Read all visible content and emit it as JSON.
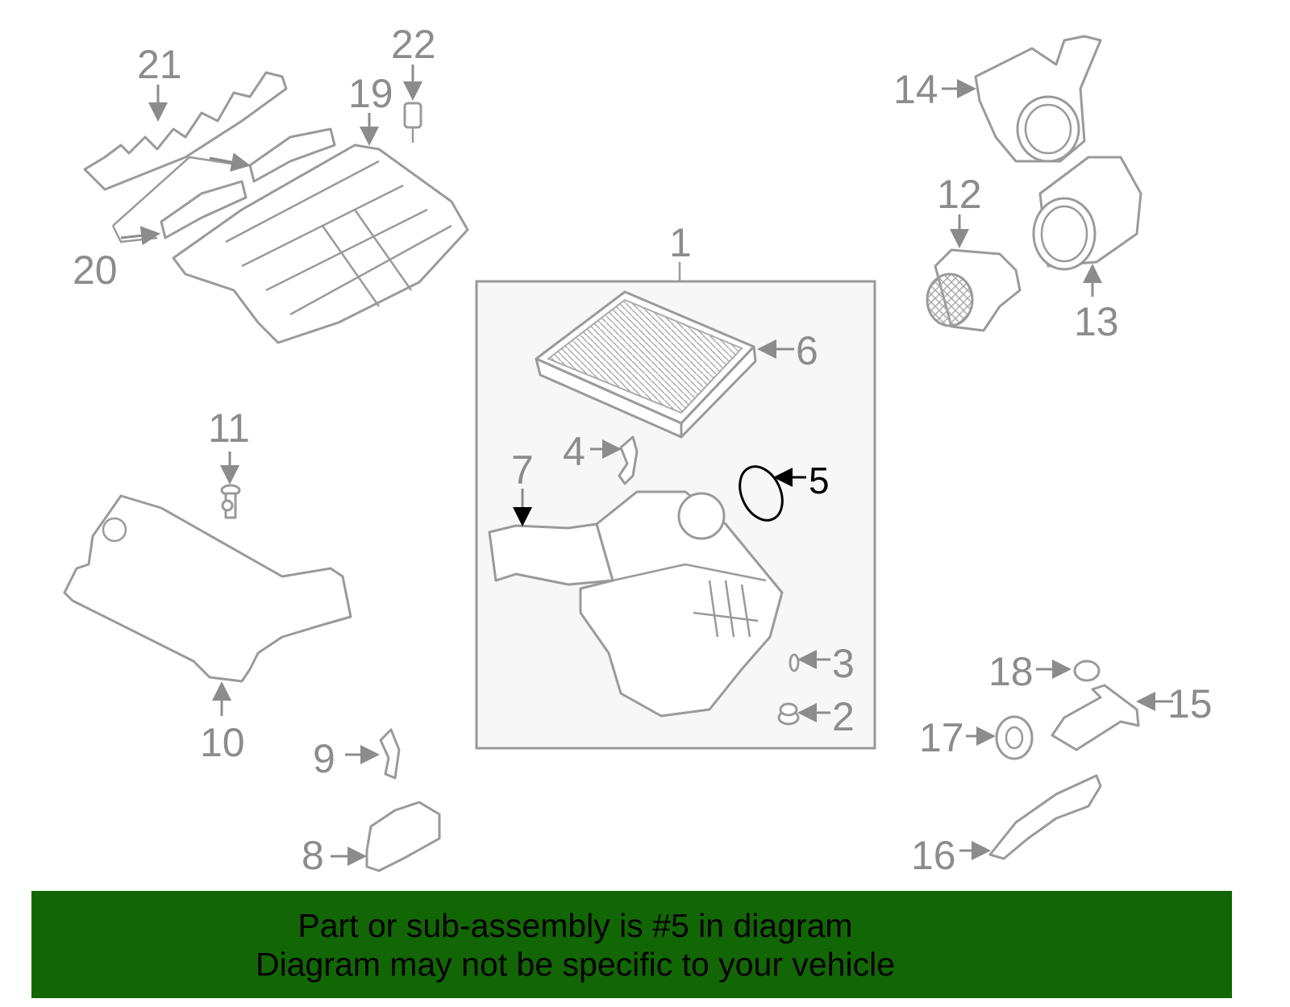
{
  "diagram": {
    "labels": {
      "p1": "1",
      "p2": "2",
      "p3": "3",
      "p4": "4",
      "p5": "5",
      "p6": "6",
      "p7": "7",
      "p8": "8",
      "p9": "9",
      "p10": "10",
      "p11": "11",
      "p12": "12",
      "p13": "13",
      "p14": "14",
      "p15": "15",
      "p16": "16",
      "p17": "17",
      "p18": "18",
      "p19": "19",
      "p20": "20",
      "p21": "21",
      "p22": "22"
    },
    "highlighted_part": "5",
    "highlight_color": "#000000",
    "label_color": "#8c8c8c"
  },
  "banner": {
    "line1": "Part or sub-assembly is #5 in diagram",
    "line2": "Diagram may not be specific to your vehicle",
    "background": "#136605"
  }
}
